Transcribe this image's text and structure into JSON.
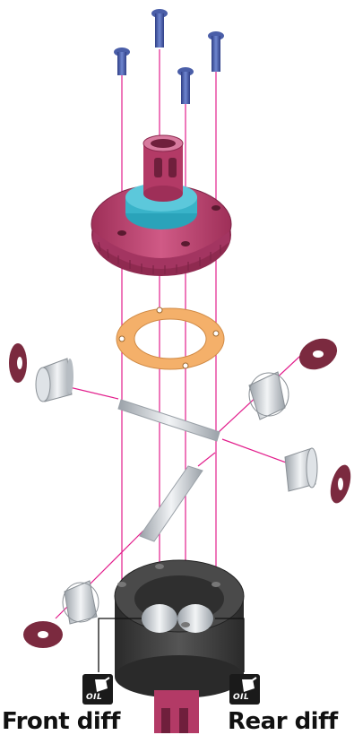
{
  "colors": {
    "screw": "#4a5ea8",
    "guide_line": "#e21e8c",
    "ring_gear": "#b33a66",
    "ring_gear_dark": "#8f2a50",
    "hub_blue": "#39b3c9",
    "gasket": "#f4b06a",
    "washer": "#7b2a3f",
    "gear_silver": "#c8cdd3",
    "case": "#3a3a3a",
    "oil_badge": "#1a1a1a"
  },
  "labels": {
    "oil_left": "OIL",
    "oil_right": "OIL",
    "front_caption": "Front diff",
    "rear_caption": "Rear diff"
  }
}
